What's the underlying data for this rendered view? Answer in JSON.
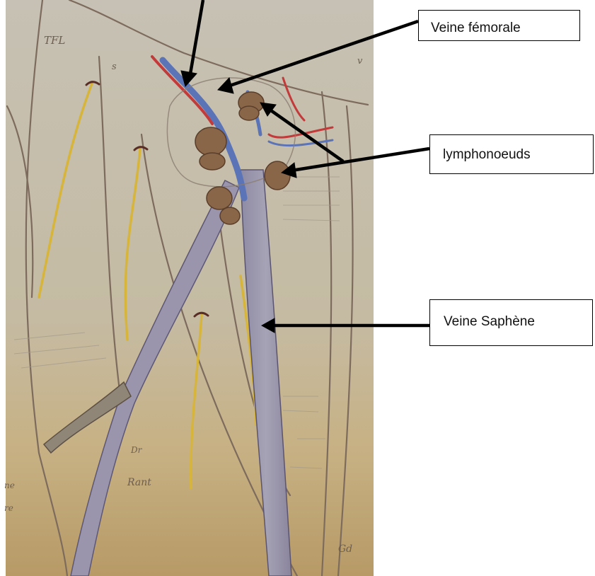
{
  "labels": {
    "femorale": "Veine fémorale",
    "lymph": "lymphonoeuds",
    "saphene": "Veine Saphène"
  },
  "sketch": {
    "tfl": "TFL",
    "s_mark": "s",
    "v_mark": "v",
    "dr": "Dr",
    "rant": "Rant",
    "gd": "Gd",
    "left_bottom": "ne\nre"
  },
  "colors": {
    "paper": "#c9bfa8",
    "paper_dark": "#b4a27a",
    "vein_blue": "#5b74b8",
    "artery_red": "#c23a3a",
    "nerve_yellow": "#d7b53a",
    "node_brown": "#8a6648",
    "pencil": "#7d6b5d",
    "arrow": "#000000"
  }
}
